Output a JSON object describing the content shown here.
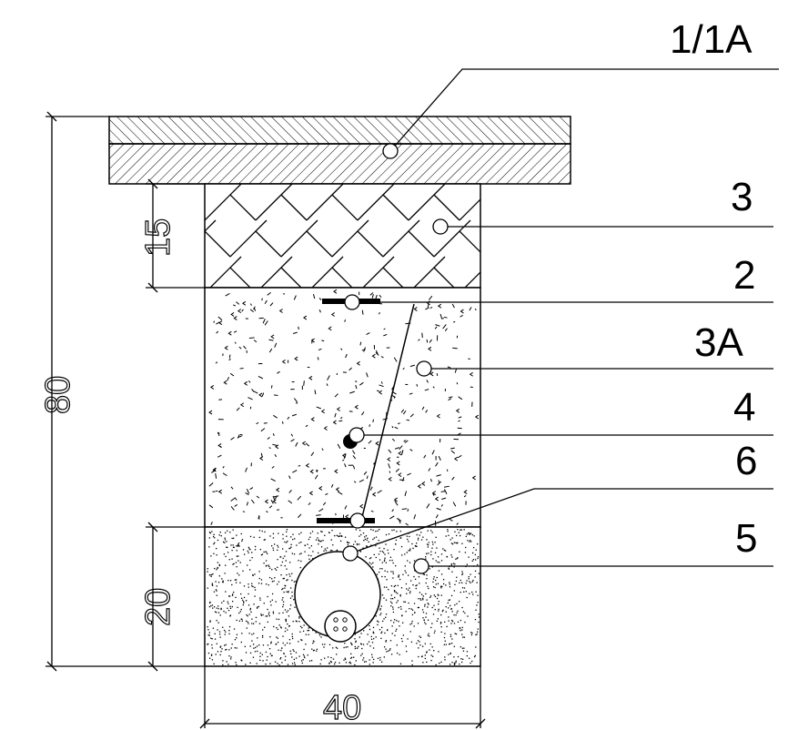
{
  "labels": {
    "l1": "1/1A",
    "l2": "3",
    "l3": "2",
    "l4": "3A",
    "l5": "4",
    "l6": "6",
    "l7": "5"
  },
  "dimensions": {
    "total_height": "80",
    "top_layer": "15",
    "bottom_layer": "20",
    "width": "40"
  },
  "colors": {
    "line": "#000000",
    "background": "#ffffff"
  }
}
